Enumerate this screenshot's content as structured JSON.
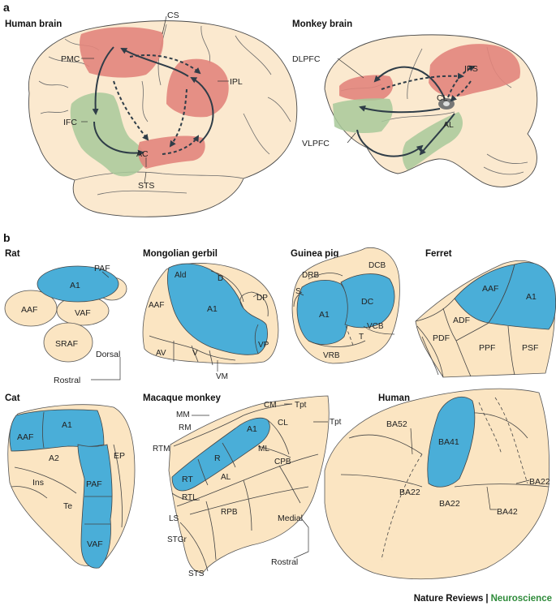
{
  "panels": {
    "a": "a",
    "b": "b"
  },
  "human_brain": {
    "title": "Human brain",
    "labels": {
      "cs": "CS",
      "pmc": "PMC",
      "ipl": "IPL",
      "ifc": "IFC",
      "ac": "AC",
      "sts": "STS"
    }
  },
  "monkey_brain": {
    "title": "Monkey brain",
    "labels": {
      "dlpfc": "DLPFC",
      "ips": "IPS",
      "cl": "CL",
      "al": "AL",
      "vlpfc": "VLPFC"
    }
  },
  "rat": {
    "title": "Rat",
    "labels": {
      "a1": "A1",
      "paf": "PAF",
      "aaf": "AAF",
      "vaf": "VAF",
      "sraf": "SRAF",
      "dorsal": "Dorsal",
      "rostral": "Rostral"
    }
  },
  "gerbil": {
    "title": "Mongolian gerbil",
    "labels": {
      "ald": "Ald",
      "d": "D",
      "dp": "DP",
      "a1": "A1",
      "aaf": "AAF",
      "vp": "VP",
      "av": "AV",
      "v": "V",
      "vm": "VM"
    }
  },
  "guinea_pig": {
    "title": "Guinea pig",
    "labels": {
      "drb": "DRB",
      "dcb": "DCB",
      "s": "S",
      "dc": "DC",
      "a1": "A1",
      "vcb": "VCB",
      "t": "T",
      "vrb": "VRB"
    }
  },
  "ferret": {
    "title": "Ferret",
    "labels": {
      "aaf": "AAF",
      "a1": "A1",
      "adf": "ADF",
      "pdf": "PDF",
      "ppf": "PPF",
      "psf": "PSF"
    }
  },
  "cat": {
    "title": "Cat",
    "labels": {
      "aaf": "AAF",
      "a1": "A1",
      "a2": "A2",
      "paf": "PAF",
      "ep": "EP",
      "ins": "Ins",
      "te": "Te",
      "vaf": "VAF"
    }
  },
  "macaque": {
    "title": "Macaque monkey",
    "labels": {
      "mm": "MM",
      "cm": "CM",
      "tpt1": "Tpt",
      "tpt2": "Tpt",
      "rm": "RM",
      "a1": "A1",
      "cl": "CL",
      "rtm": "RTM",
      "r": "R",
      "ml": "ML",
      "rt": "RT",
      "al": "AL",
      "cpb": "CPB",
      "rtl": "RTL",
      "rpb": "RPB",
      "ls": "LS",
      "stgr": "STGr",
      "sts": "STS",
      "medial": "Medial",
      "rostral": "Rostral"
    }
  },
  "human": {
    "title": "Human",
    "labels": {
      "ba52": "BA52",
      "ba41": "BA41",
      "ba22a": "BA22",
      "ba22b": "BA22",
      "ba22c": "BA22",
      "ba42": "BA42"
    }
  },
  "footer": {
    "journal": "Nature Reviews",
    "separator": "|",
    "section": "Neuroscience"
  },
  "colors": {
    "core": "#4aaed8",
    "belt": "#fbe5c2",
    "frontal": "#a8c99a",
    "parietal": "#e2857c",
    "brand": "#2e8b3a"
  }
}
